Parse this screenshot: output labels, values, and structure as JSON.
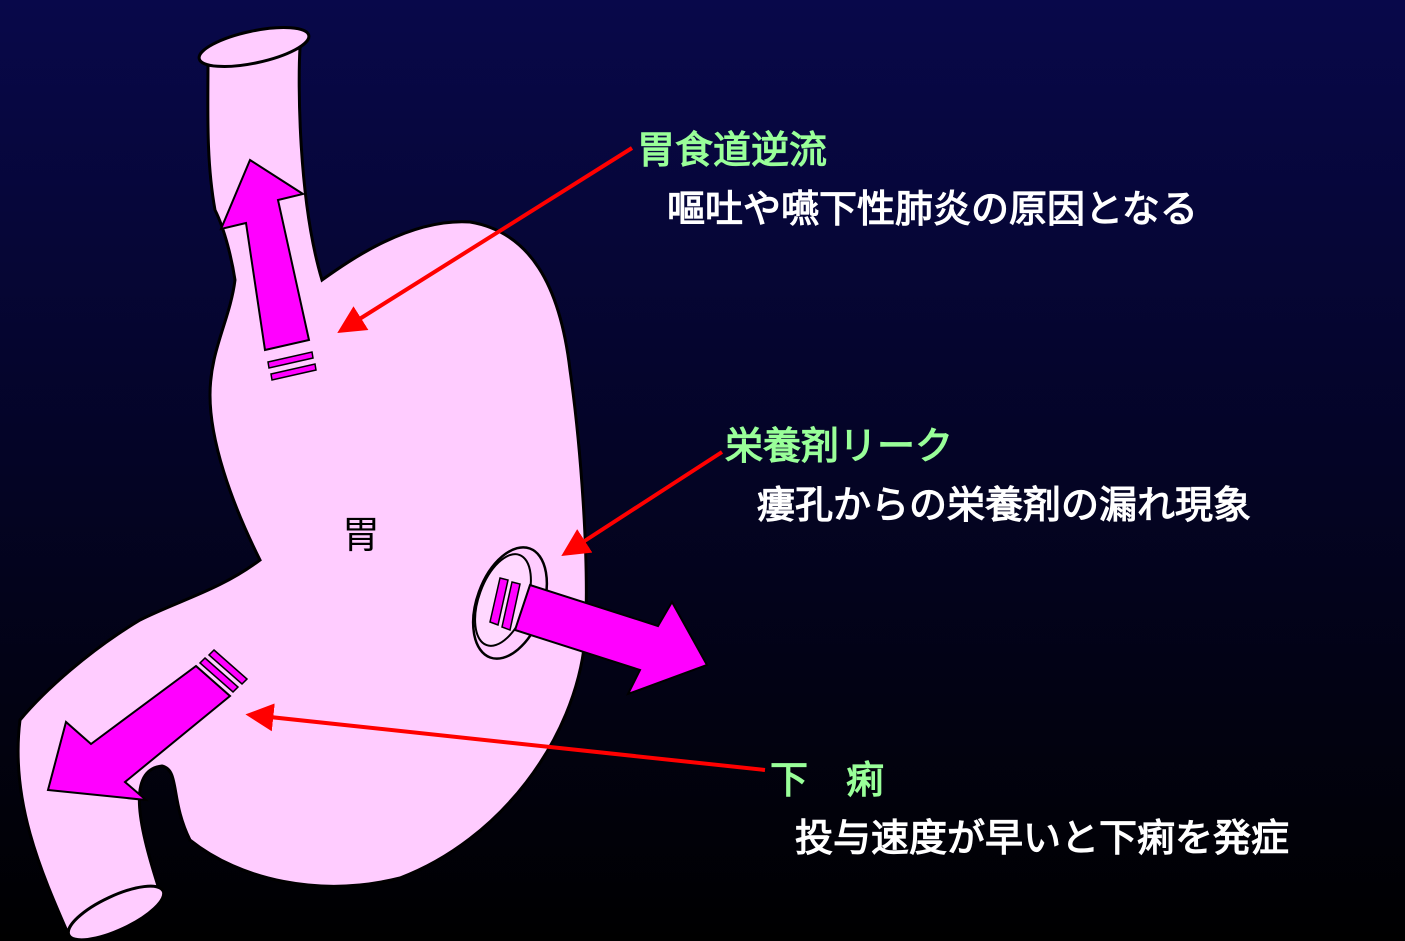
{
  "colors": {
    "background_top": "#08084a",
    "background_bottom": "#000000",
    "stomach_fill": "#ffccff",
    "stomach_outline": "#000000",
    "flow_arrow": "#ff00ff",
    "pointer_arrow": "#ff0000",
    "heading_text": "#99ff99",
    "body_text": "#ffffff",
    "organ_label_text": "#000000"
  },
  "organ": {
    "label": "胃",
    "name": "stomach"
  },
  "annotations": [
    {
      "id": "reflux",
      "heading": "胃食道逆流",
      "description": "嘔吐や嚥下性肺炎の原因となる"
    },
    {
      "id": "leak",
      "heading": "栄養剤リーク",
      "description": "瘻孔からの栄養剤の漏れ現象"
    },
    {
      "id": "diarrhea",
      "heading": "下　痢",
      "description": "投与速度が早いと下痢を発症"
    }
  ],
  "icons": {
    "reflux_flow": "arrow-up-esophagus",
    "leak_flow": "arrow-out-fistula",
    "diarrhea_flow": "arrow-down-duodenum",
    "fistula": "gastrostomy-tube"
  }
}
